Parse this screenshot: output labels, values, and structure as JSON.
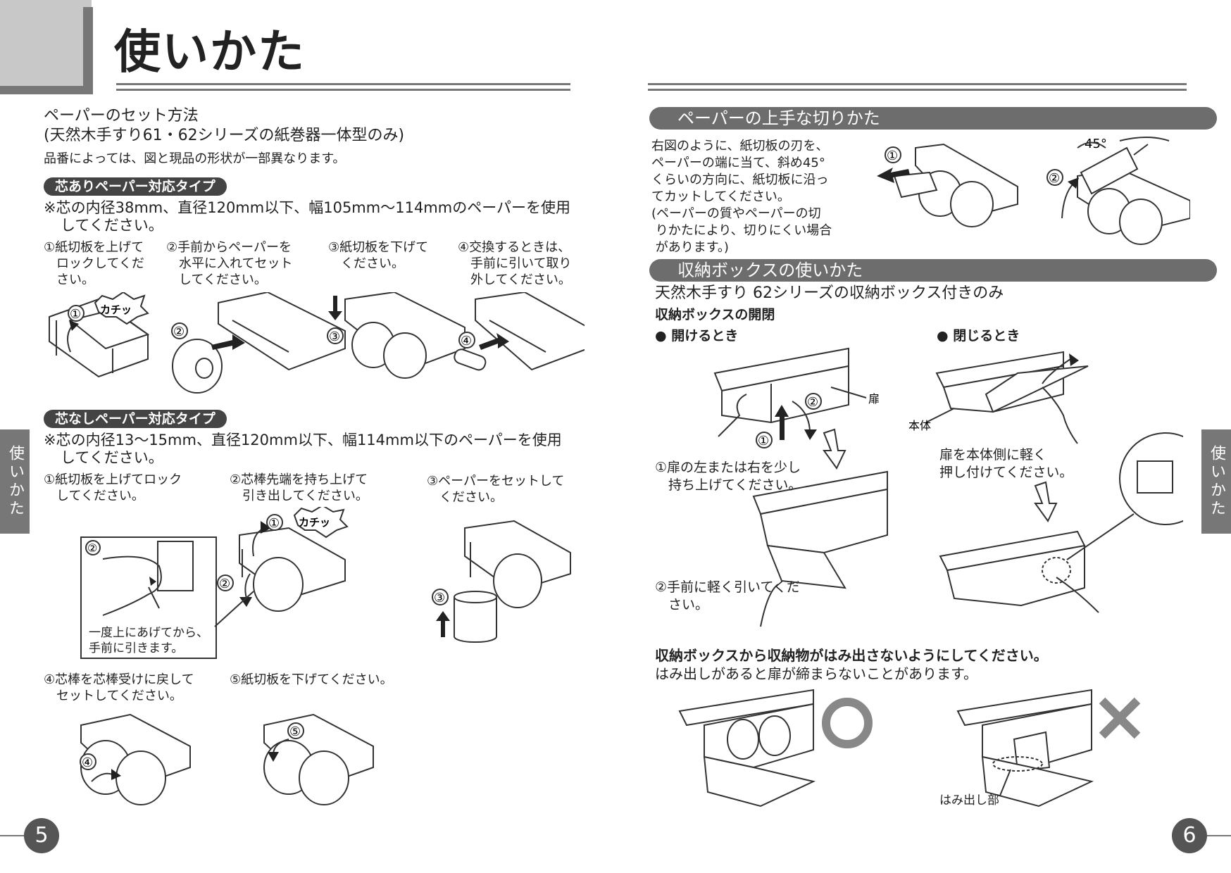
{
  "left": {
    "title": "使いかた",
    "heading1": "ペーパーのセット方法",
    "heading2": "(天然木手すり61・62シリーズの紙巻器一体型のみ)",
    "note": "品番によっては、図と現品の形状が一部異なります。",
    "coreType": {
      "badge": "芯ありペーパー対応タイプ",
      "notice_line1": "※芯の内径38mm、直径120mm以下、幅105mm〜114mmのペーパーを使用",
      "notice_line2": "してください。",
      "steps": [
        "①紙切板を上げて\n　ロックしてくだ\n　さい。",
        "②手前からペーパーを\n　水平に入れてセット\n　してください。",
        "③紙切板を下げて\n　ください。",
        "④交換するときは、\n　手前に引いて取り\n　外してください。"
      ],
      "click_label": "カチッ",
      "num1": "①",
      "num2": "②",
      "num3": "③",
      "num4": "④"
    },
    "corelessType": {
      "badge": "芯なしペーパー対応タイプ",
      "notice_line1": "※芯の内径13〜15mm、直径120mm以下、幅114mm以下のペーパーを使用",
      "notice_line2": "してください。",
      "steps": [
        "①紙切板を上げてロック\n　してください。",
        "②芯棒先端を持ち上げて\n　引き出してください。",
        "③ペーパーをセットして\n　ください。",
        "④芯棒を芯棒受けに戻して\n　セットしてください。",
        "⑤紙切板を下げてください。"
      ],
      "inset_caption": "一度上にあげてから、\n手前に引きます。",
      "click_label": "カチッ",
      "num1": "①",
      "num2": "②",
      "num3": "③",
      "num4": "④",
      "num5": "⑤"
    },
    "side_tab": "使いかた",
    "page_number": "5"
  },
  "right": {
    "cutting": {
      "band": "ペーパーの上手な切りかた",
      "text": "右図のように、紙切板の刃を、\nペーパーの端に当て、斜め45°\nくらいの方向に、紙切板に沿っ\nてカットしてください。\n(ペーパーの質やペーパーの切\n りかたにより、切りにくい場合\n があります。)",
      "angle_label": "45°",
      "num1": "①",
      "num2": "②"
    },
    "storage": {
      "band": "収納ボックスの使いかた",
      "sub": "天然木手すり 62シリーズの収納ボックス付きのみ",
      "sub2": "収納ボックスの開閉",
      "open_label": "● 開けるとき",
      "close_label": "● 閉じるとき",
      "door_label": "扉",
      "body_label": "本体",
      "open_step1": "①扉の左または右を少し\n　持ち上げてください。",
      "open_step2": "②手前に軽く引いてくだ\n　さい。",
      "close_text": "扉を本体側に軽く\n押し付けてください。",
      "warning_bold": "収納ボックスから収納物がはみ出さないようにしてください。",
      "warning": "はみ出しがあると扉が締まらないことがあります。",
      "protrude_label": "はみ出し部",
      "num1": "①",
      "num2": "②"
    },
    "side_tab": "使いかた",
    "page_number": "6"
  }
}
